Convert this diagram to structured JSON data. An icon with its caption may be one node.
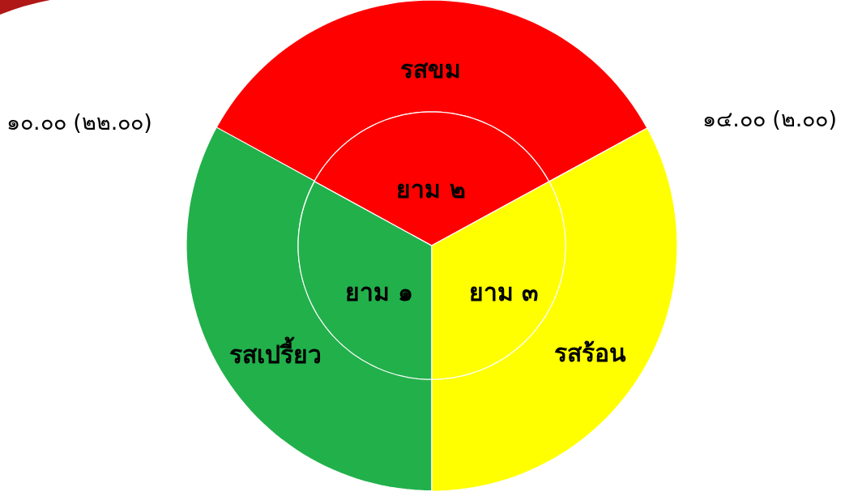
{
  "diagram": {
    "nodes": [
      {
        "text": [
          "รสขม"
        ]
      },
      {
        "text": [
          "รสเปรี้ยว"
        ]
      },
      {
        "text": [
          "รสร้อน"
        ]
      },
      {
        "text": [
          "ยาม ๒"
        ]
      },
      {
        "text": [
          "ยาม ๑"
        ]
      },
      {
        "text": [
          "ยาม ๓"
        ]
      }
    ],
    "labels": [
      "๑๐.๐๐ (๒๒.๐๐)",
      "๑๔.๐๐ (๒.๐๐)"
    ]
  }
}
